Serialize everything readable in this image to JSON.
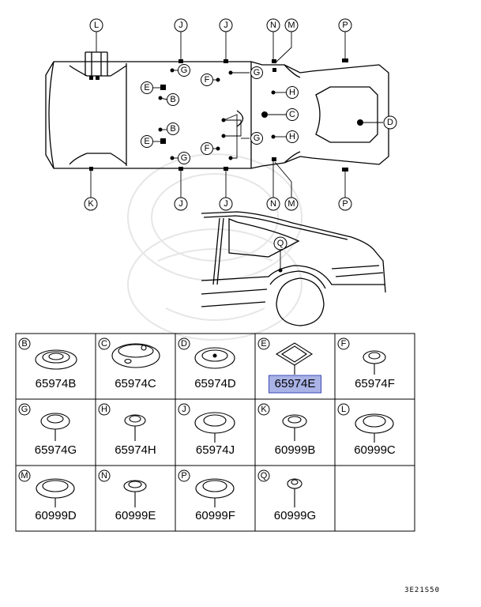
{
  "callouts": {
    "L": "L",
    "J": "J",
    "N": "N",
    "M": "M",
    "P": "P",
    "G": "G",
    "E": "E",
    "B": "B",
    "F": "F",
    "H": "H",
    "C": "C",
    "D": "D",
    "K": "K",
    "Q": "Q"
  },
  "parts": [
    {
      "letter": "B",
      "number": "65974B",
      "highlighted": false
    },
    {
      "letter": "C",
      "number": "65974C",
      "highlighted": false
    },
    {
      "letter": "D",
      "number": "65974D",
      "highlighted": false
    },
    {
      "letter": "E",
      "number": "65974E",
      "highlighted": true
    },
    {
      "letter": "F",
      "number": "65974F",
      "highlighted": false
    },
    {
      "letter": "G",
      "number": "65974G",
      "highlighted": false
    },
    {
      "letter": "H",
      "number": "65974H",
      "highlighted": false
    },
    {
      "letter": "J",
      "number": "65974J",
      "highlighted": false
    },
    {
      "letter": "K",
      "number": "60999B",
      "highlighted": false
    },
    {
      "letter": "L",
      "number": "60999C",
      "highlighted": false
    },
    {
      "letter": "M",
      "number": "60999D",
      "highlighted": false
    },
    {
      "letter": "N",
      "number": "60999E",
      "highlighted": false
    },
    {
      "letter": "P",
      "number": "60999F",
      "highlighted": false
    },
    {
      "letter": "Q",
      "number": "60999G",
      "highlighted": false
    }
  ],
  "diagram_code": "3E21S50",
  "colors": {
    "line": "#000000",
    "highlight_fill": "#aab3e6",
    "highlight_border": "#3b4bb5",
    "watermark": "#e6e6e6"
  }
}
